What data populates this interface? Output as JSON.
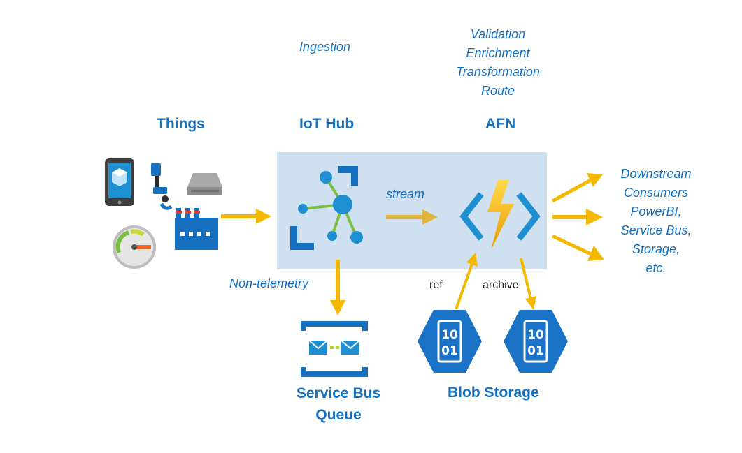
{
  "headers": {
    "things": "Things",
    "iot_hub": "IoT Hub",
    "afn": "AFN",
    "ingestion": "Ingestion",
    "afn_functions": [
      "Validation",
      "Enrichment",
      "Transformation",
      "Route"
    ]
  },
  "flow_labels": {
    "stream": "stream",
    "non_telemetry": "Non-telemetry",
    "ref": "ref",
    "archive": "archive"
  },
  "downstream": [
    "Downstream",
    "Consumers",
    "PowerBI,",
    "Service Bus,",
    "Storage,",
    "etc."
  ],
  "sinks": {
    "service_bus": [
      "Service Bus",
      "Queue"
    ],
    "blob_storage": "Blob Storage",
    "blob_glyph": [
      "10",
      "01"
    ]
  },
  "icons": {
    "things": [
      "phone-icon",
      "robot-arm-icon",
      "hard-drive-icon",
      "gauge-icon",
      "factory-icon"
    ],
    "hub": "iot-hub-icon",
    "function": "azure-function-icon",
    "queue": "service-bus-queue-icon",
    "blob": "blob-storage-icon"
  },
  "colors": {
    "accent_blue": "#1570c0",
    "arrow_yellow": "#f5b800",
    "panel": "#cfe0f0",
    "hex_blue": "#1a73c6"
  }
}
